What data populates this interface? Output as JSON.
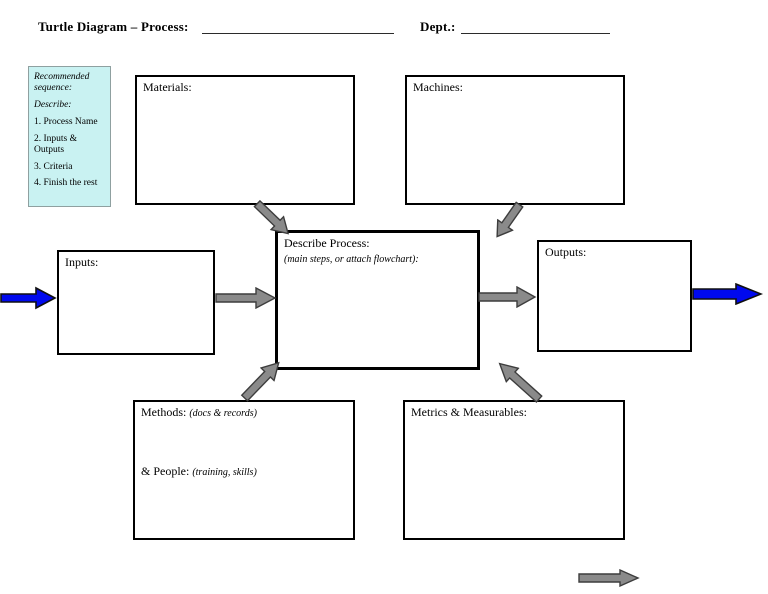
{
  "header": {
    "title": "Turtle Diagram – Process:",
    "process_value": "",
    "dept_label": "Dept.:",
    "dept_value": ""
  },
  "sidebar": {
    "lines": [
      "Recommended sequence:",
      "Describe:",
      "1. Process Name",
      "2. Inputs & Outputs",
      "3. Criteria",
      "4. Finish the rest"
    ],
    "bg_color": "#c9f2f2"
  },
  "boxes": {
    "materials": {
      "label": "Materials:"
    },
    "machines": {
      "label": "Machines:"
    },
    "inputs": {
      "label": "Inputs:"
    },
    "process": {
      "label": "Describe Process:",
      "sublabel": "(main steps, or attach flowchart):"
    },
    "outputs": {
      "label": "Outputs:"
    },
    "methods": {
      "label": "Methods:",
      "label_note": "(docs & records)",
      "label2": "& People:",
      "label2_note": "(training, skills)"
    },
    "metrics": {
      "label": "Metrics & Measurables:"
    }
  },
  "colors": {
    "arrow_blue": "#0009ee",
    "arrow_gray": "#8a8a8a",
    "arrow_outline_blue": "#101010",
    "arrow_outline_gray": "#3d3d3d",
    "box_border": "#000000"
  }
}
